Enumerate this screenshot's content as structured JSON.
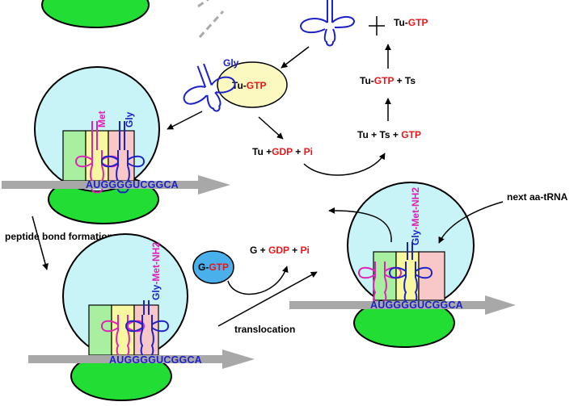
{
  "colors": {
    "red": "#e8161b",
    "blue": "#1d22c8",
    "magenta": "#e020b8",
    "ribosome_large": "#c8f4f8",
    "ribosome_small": "#22dd33",
    "tu_bubble": "#fbf8c0",
    "g_bubble": "#4ab0ec",
    "site_green": "#a8f0a0",
    "site_yellow": "#f8f8a0",
    "site_pink": "#f8c8c8",
    "mrna_arrow": "#a8a8a8"
  },
  "labels": {
    "gly": "Gly",
    "met": "Met",
    "tu": "Tu",
    "gtp": "GTP",
    "gdp": "GDP",
    "pi": "Pi",
    "ts": "Ts",
    "g": "G",
    "dash": "-",
    "plus": " + ",
    "plus_tight": " +",
    "gly_met_nh2": "Gly-Met-NH2",
    "mrna_sequence": "AUGGGGUCGGCA",
    "peptide_bond_formation": "peptide bond formation",
    "translocation": "translocation",
    "next_aa_trna": "next aa-tRNA"
  }
}
